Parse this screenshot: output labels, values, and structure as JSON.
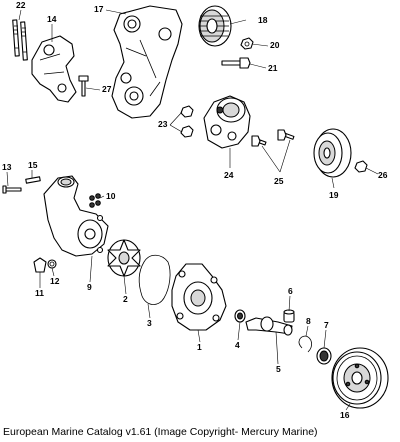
{
  "caption": "European Marine Catalog v1.61 (Image Copyright- Mercury Marine)",
  "labels": [
    "22",
    "14",
    "17",
    "18",
    "20",
    "21",
    "27",
    "23",
    "24",
    "25",
    "19",
    "26",
    "13",
    "15",
    "10",
    "12",
    "11",
    "9",
    "2",
    "3",
    "1",
    "4",
    "6",
    "8",
    "7",
    "5",
    "16"
  ]
}
